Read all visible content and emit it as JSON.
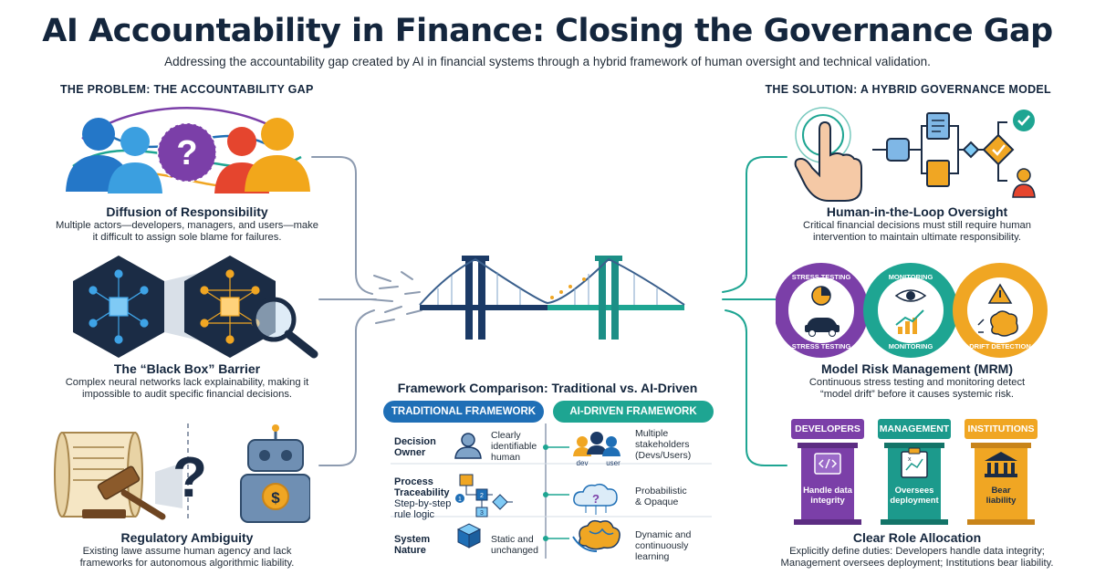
{
  "title": "AI Accountability in Finance: Closing the Governance Gap",
  "subtitle": "Addressing the accountability gap created by AI in financial systems through a hybrid framework of human oversight and technical validation.",
  "problem": {
    "heading": "THE PROBLEM: THE ACCOUNTABILITY GAP",
    "items": [
      {
        "title": "Diffusion of Responsibility",
        "desc_line1": "Multiple actors—developers, managers, and users—make",
        "desc_line2": "it difficult to assign sole blame for failures."
      },
      {
        "title": "The “Black Box” Barrier",
        "desc_line1": "Complex neural networks lack explainability, making it",
        "desc_line2": "impossible to audit specific financial decisions."
      },
      {
        "title": "Regulatory Ambiguity",
        "desc_line1": "Existing lawe assume human agency and lack",
        "desc_line2": "frameworks for autonomous algorithmic liability."
      }
    ],
    "question_mark": "?",
    "coin_symbol": "$"
  },
  "solution": {
    "heading": "THE SOLUTION: A HYBRID GOVERNANCE MODEL",
    "items": [
      {
        "title": "Human-in-the-Loop Oversight",
        "desc_line1": "Critical financial decisions must still require human",
        "desc_line2": "intervention to maintain ultimate responsibility."
      },
      {
        "title": "Model Risk Management (MRM)",
        "desc_line1": "Continuous stress testing and monitoring detect",
        "desc_line2": "“model drift” before it causes systemic risk."
      },
      {
        "title": "Clear Role Allocation",
        "desc_line1": "Explicitly define duties: Developers handle data integrity;",
        "desc_line2": "Management oversees deployment; Institutions bear liability."
      }
    ],
    "mrm_labels": {
      "stress_top": "STRESS TESTING",
      "monitoring_top": "MONITORING",
      "stress_bottom": "STRESS TESTING",
      "monitoring_bottom": "MONITORING",
      "drift": "DRIFT DETECTION"
    },
    "pillars": [
      {
        "head": "DEVELOPERS",
        "body_line1": "Handle data",
        "body_line2": "integrity",
        "color": "#7b3fa8",
        "dark": "#5c2c82"
      },
      {
        "head": "MANAGEMENT",
        "body_line1": "Oversees",
        "body_line2": "deployment",
        "color": "#1c9a8c",
        "dark": "#137468"
      },
      {
        "head": "INSTITUTIONS",
        "body_line1": "Bear",
        "body_line2": "liability",
        "color": "#f0a623",
        "dark": "#c8841a"
      }
    ]
  },
  "comparison": {
    "title": "Framework Comparison: Traditional vs. AI-Driven",
    "traditional_label": "TRADITIONAL FRAMEWORK",
    "ai_label": "AI-DRIVEN FRAMEWORK",
    "rows": [
      {
        "label_line1": "Decision",
        "label_line2": "Owner",
        "label_line3": "",
        "label_line4": "",
        "trad_line1": "Clearly",
        "trad_line2": "identifiable",
        "trad_line3": "human",
        "ai_line1": "Multiple",
        "ai_line2": "stakeholders",
        "ai_line3": "(Devs/Users)"
      },
      {
        "label_line1": "Process",
        "label_line2": "Traceability",
        "label_line3": "Step-by-step",
        "label_line4": "rule logic",
        "trad_line1": "",
        "trad_line2": "",
        "trad_line3": "",
        "ai_line1": "Probabilistic",
        "ai_line2": "& Opaque",
        "ai_line3": ""
      },
      {
        "label_line1": "System",
        "label_line2": "Nature",
        "label_line3": "",
        "label_line4": "",
        "trad_line1": "Static and",
        "trad_line2": "unchanged",
        "trad_line3": "",
        "ai_line1": "Dynamic and",
        "ai_line2": "continuously",
        "ai_line3": "learning"
      }
    ],
    "dev_tag": "dev",
    "user_tag": "user",
    "flow_numbers": [
      "1",
      "2",
      "3"
    ],
    "colors": {
      "traditional": "#1f6fb6",
      "ai": "#1ea592"
    }
  }
}
